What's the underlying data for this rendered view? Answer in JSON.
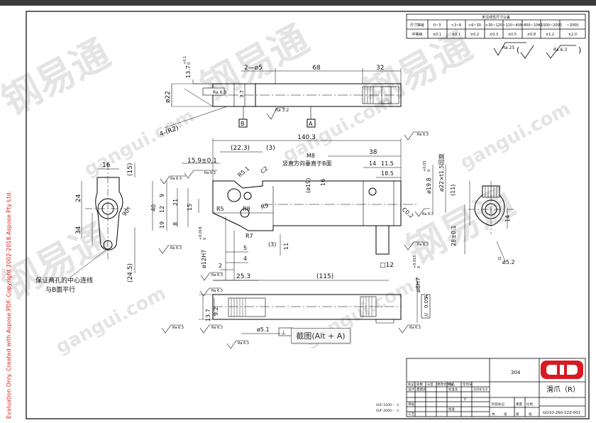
{
  "evaluation_notice": "Evaluation Only. Created with Aspose.PDF. Copyright 2002-2018 Aspose Pty Ltd.",
  "watermark": {
    "logo": "钢易通",
    "site": "gangui.com"
  },
  "tooltip": "截图(Alt + A)",
  "tolerance_table": {
    "title": "未注线性尺寸公差",
    "ranges": [
      "0~3",
      ">3~6",
      ">6~30",
      ">30~120",
      "~120~400",
      "~400~1000",
      "~1000~2000",
      "~2000"
    ],
    "row1_label": "尺寸等级",
    "row2_label": "中等级",
    "tolerances": [
      "±0.1",
      "±0.1",
      "±0.2",
      "±0.3",
      "±0.5",
      "±0.8",
      "±1.2",
      "±2.0"
    ]
  },
  "roughness": {
    "general": "Ra 25",
    "sub": "Ra 6.3",
    "fine": "Ra 3.2"
  },
  "datums": {
    "a": "A",
    "b": "B"
  },
  "dims": {
    "d_13_7": "13.7",
    "tol_13_7_plus": "+0.1",
    "tol_13_7_minus": "0",
    "d_2_phi5": "2—ø5",
    "d_68": "68",
    "d_32": "32",
    "d_phi22": "ø22",
    "d_4r2": "4-(R2)",
    "d_3_7": "3.7",
    "d_140_3": "140.3",
    "d_22_3": "(22.3)",
    "d_3": "(3)",
    "d_38": "38",
    "d_15_9": "15.9±0.1",
    "d_r5_1": "R5.1",
    "d_c2": "C2",
    "d_m8": "M8",
    "note_m8": "竖直方向垂直于B面",
    "d_14": "14",
    "d_11_5": "11.5",
    "d_18_5": "18.5",
    "d_phi19": "(ø19)",
    "d_16": "16",
    "d_phi19_8": "ø19.8",
    "tol_19_8_plus": "+0.03",
    "tol_19_8_minus": "0",
    "d_phi22_thread": "ø22×t1.5回旋",
    "d_11": "(11)",
    "d_9": "9",
    "d_12": "12",
    "d_21": "21",
    "d_40": "40",
    "d_15": "15",
    "d_19": "19",
    "d_8": "8",
    "d_r5": "R5",
    "d_r8": "R8",
    "d_r9": "R9",
    "d_r7": "R7",
    "d_c0_2": "C0.2",
    "d_phi12h7": "ø12H7",
    "tol_12_plus": "+0.018",
    "tol_12_minus": "0",
    "d_5": "5",
    "d_4": "4",
    "d_3b": "(3)",
    "d_11b": "11",
    "d_2": "2",
    "d_25_3": "25.3",
    "d_115": "(115)",
    "d_12sq": "□12",
    "d_phi8h7": "ø8H7",
    "tol_8_plus": "+0.015",
    "tol_8_minus": "0",
    "d_28": "28±0.1",
    "d_16_left": "16",
    "d_15_left": "(15)",
    "d_24": "24",
    "d_34": "34",
    "d_90": "90°",
    "d_24_5": "(24.5)",
    "d_14_right": "14",
    "d_phi5_2": "ø5.2",
    "d_13_7b": "13.7",
    "d_9_2": "9.2",
    "d_phi5_1": "ø5.1",
    "gdt_parallel": "//",
    "gdt_value": "0.05",
    "gdt_datum": "A",
    "gdt_perp": "⊥"
  },
  "note_left": "保证两孔的中心连线\n与B面平行",
  "note_left_line1": "保证两孔的中心连线",
  "note_left_line2": "与B面平行",
  "title_block": {
    "material": "304",
    "part_name": "滑爪（R）",
    "drawing_no": "GQ10-260-22Z-001",
    "date": "2020/1/2",
    "row_labels": [
      "标记",
      "处数",
      "分区",
      "更改文件号",
      "签名",
      "年月日"
    ],
    "row_labels2": [
      "设计",
      "夏建员",
      "",
      "标准化",
      "",
      "",
      "阶段标记",
      "重量",
      "比例"
    ],
    "row_labels3": [
      "审核",
      "",
      "",
      "",
      "",
      "",
      "",
      "",
      ""
    ],
    "row_labels4": [
      "工艺",
      "",
      "",
      "批准",
      "",
      "共",
      "张",
      "第",
      "张"
    ],
    "mass": "0",
    "qty_1": "SUF-1000- - -1",
    "qty_2": "SUF-2000- - -1"
  },
  "colors": {
    "logo_red": "#d91a22",
    "line": "#000000",
    "eval_red": "#dd2222"
  }
}
